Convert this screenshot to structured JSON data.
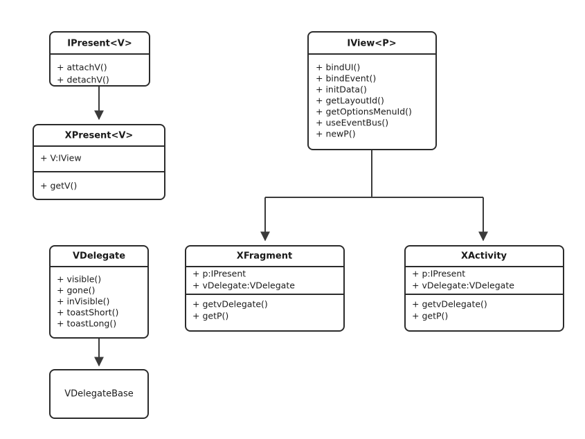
{
  "diagram": {
    "kind": "uml-class-diagram",
    "background_color": "#ffffff",
    "stroke_color": "#2b2b2b",
    "edge_color": "#3a3a3a",
    "text_color": "#1a1a1a",
    "classes": [
      {
        "id": "ipresent",
        "name": "IPresent<V>",
        "attributes": [],
        "methods": [
          "+ attachV()",
          "+ detachV()"
        ]
      },
      {
        "id": "xpresent",
        "name": "XPresent<V>",
        "attributes": [
          "+ V:IView"
        ],
        "methods": [
          "+ getV()"
        ]
      },
      {
        "id": "iview",
        "name": "IView<P>",
        "attributes": [],
        "methods": [
          "+ bindUI()",
          "+ bindEvent()",
          "+ initData()",
          "+ getLayoutId()",
          "+ getOptionsMenuId()",
          "+ useEventBus()",
          "+ newP()"
        ]
      },
      {
        "id": "vdelegate",
        "name": "VDelegate",
        "attributes": [],
        "methods": [
          "+ visible()",
          "+ gone()",
          "+ inVisible()",
          "+ toastShort()",
          "+ toastLong()"
        ]
      },
      {
        "id": "xfragment",
        "name": "XFragment",
        "attributes": [
          "+ p:IPresent",
          "+ vDelegate:VDelegate"
        ],
        "methods": [
          "+ getvDelegate()",
          "+ getP()"
        ]
      },
      {
        "id": "xactivity",
        "name": "XActivity",
        "attributes": [
          "+ p:IPresent",
          "+ vDelegate:VDelegate"
        ],
        "methods": [
          "+ getvDelegate()",
          "+ getP()"
        ]
      },
      {
        "id": "vdelegatebase",
        "name": "VDelegateBase",
        "attributes": [],
        "methods": []
      }
    ],
    "relations": [
      {
        "id": "rel-ipresent-xpresent",
        "from": "IPresent<V>",
        "to": "XPresent<V>",
        "type": "generalization"
      },
      {
        "id": "rel-iview-xfragment",
        "from": "IView<P>",
        "to": "XFragment",
        "type": "generalization"
      },
      {
        "id": "rel-iview-xactivity",
        "from": "IView<P>",
        "to": "XActivity",
        "type": "generalization"
      },
      {
        "id": "rel-vdelegate-vdelegatebase",
        "from": "VDelegate",
        "to": "VDelegateBase",
        "type": "generalization"
      }
    ]
  }
}
